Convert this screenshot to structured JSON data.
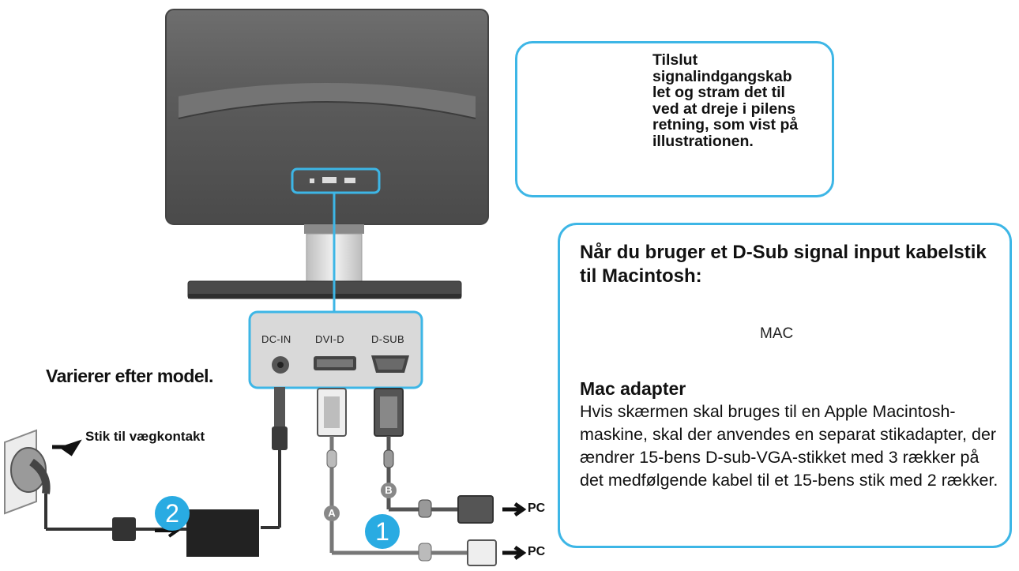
{
  "callout_connect": {
    "text": "Tilslut signalindgangskab let og stram det til ved at dreje i pilens retning, som vist på illustrationen."
  },
  "mac_box": {
    "heading": "Når du bruger et D-Sub signal input kabelstik til Macintosh:",
    "mac_label": "MAC",
    "adapter_title": "Mac adapter",
    "adapter_text": " Hvis skærmen skal bruges til en Apple Macintosh-maskine, skal der anvendes en separat stikadapter, der ændrer 15-bens D-sub-VGA-stikket med 3 rækker på det medfølgende kabel til et 15-bens stik med 2 rækker."
  },
  "ports": {
    "dc_in": "DC-IN",
    "dvi_d": "DVI-D",
    "d_sub": "D-SUB"
  },
  "notes": {
    "model_note": "Varierer efter model.",
    "wall_outlet": "Stik til vægkontakt"
  },
  "cables": {
    "pc_label_b": "PC",
    "pc_label_a": "PC",
    "tag_a": "A",
    "tag_b": "B"
  },
  "steps": {
    "step1": "1",
    "step2": "2"
  },
  "colors": {
    "accent": "#3db6e6",
    "step_badge": "#29abe2",
    "monitor_dark": "#555555"
  }
}
